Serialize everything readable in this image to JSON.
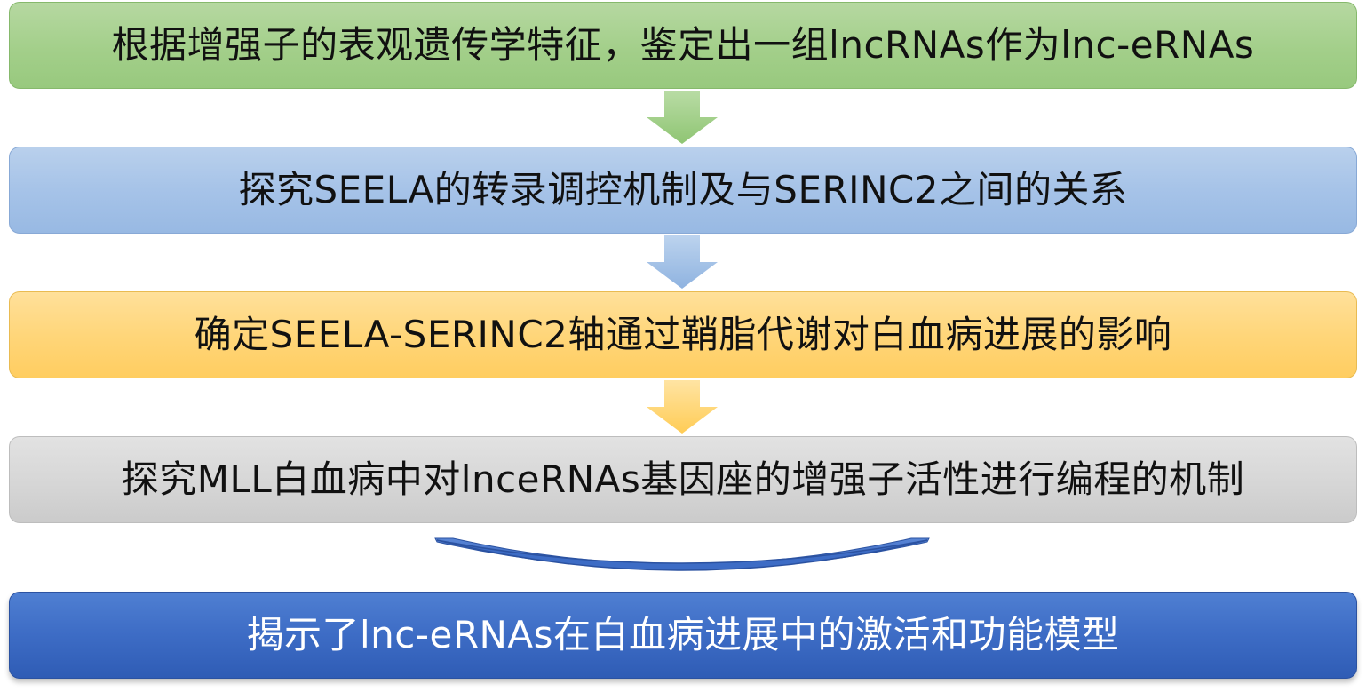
{
  "steps": [
    {
      "label": "根据增强子的表观遗传学特征，鉴定出一组lncRNAs作为lnc-eRNAs"
    },
    {
      "label": "探究SEELA的转录调控机制及与SERINC2之间的关系"
    },
    {
      "label": "确定SEELA-SERINC2轴通过鞘脂代谢对白血病进展的影响"
    },
    {
      "label": "探究MLL白血病中对lnceRNAs基因座的增强子活性进行编程的机制"
    }
  ],
  "conclusion": {
    "label": "揭示了lnc-eRNAs在白血病进展中的激活和功能模型"
  },
  "colors": {
    "step1": "#a3cf8a",
    "step2": "#a6c3e8",
    "step3": "#ffd67a",
    "step4": "#d6d6d6",
    "conclusion": "#3d6cc5",
    "brace": "#3d6cc5"
  },
  "icons": [
    "down-arrow-icon",
    "down-arrow-icon",
    "down-arrow-icon",
    "curved-brace-icon"
  ]
}
